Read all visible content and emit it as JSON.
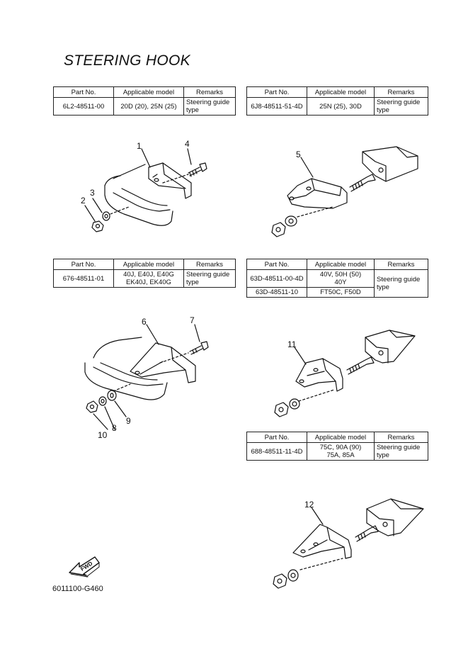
{
  "page": {
    "title": "STEERING HOOK",
    "footer_code": "6011100-G460",
    "fwd_label": "FWD"
  },
  "table_headers": {
    "part_no": "Part No.",
    "applicable_model": "Applicable model",
    "remarks": "Remarks"
  },
  "tables": [
    {
      "rows": [
        {
          "part_no": "6L2-48511-00",
          "models": [
            "20D (20), 25N (25)"
          ],
          "remarks": [
            "Steering guide",
            "type"
          ]
        }
      ]
    },
    {
      "rows": [
        {
          "part_no": "6J8-48511-51-4D",
          "models": [
            "25N (25), 30D"
          ],
          "remarks": [
            "Steering guide",
            "type"
          ]
        }
      ]
    },
    {
      "rows": [
        {
          "part_no": "676-48511-01",
          "models": [
            "40J, E40J, E40G",
            "EK40J, EK40G"
          ],
          "remarks": [
            "Steering guide",
            "type"
          ]
        }
      ]
    },
    {
      "rows": [
        {
          "part_no": "63D-48511-00-4D",
          "models": [
            "40V, 50H (50)",
            "40Y"
          ]
        },
        {
          "part_no": "63D-48511-10",
          "models": [
            "FT50C, F50D"
          ]
        }
      ],
      "remarks": [
        "Steering guide",
        "type"
      ]
    },
    {
      "rows": [
        {
          "part_no": "688-48511-11-4D",
          "models": [
            "75C, 90A (90)",
            "75A, 85A"
          ],
          "remarks": [
            "Steering guide",
            "type"
          ]
        }
      ]
    }
  ],
  "callouts": [
    "1",
    "2",
    "3",
    "4",
    "5",
    "6",
    "7",
    "8",
    "9",
    "10",
    "11",
    "12"
  ]
}
